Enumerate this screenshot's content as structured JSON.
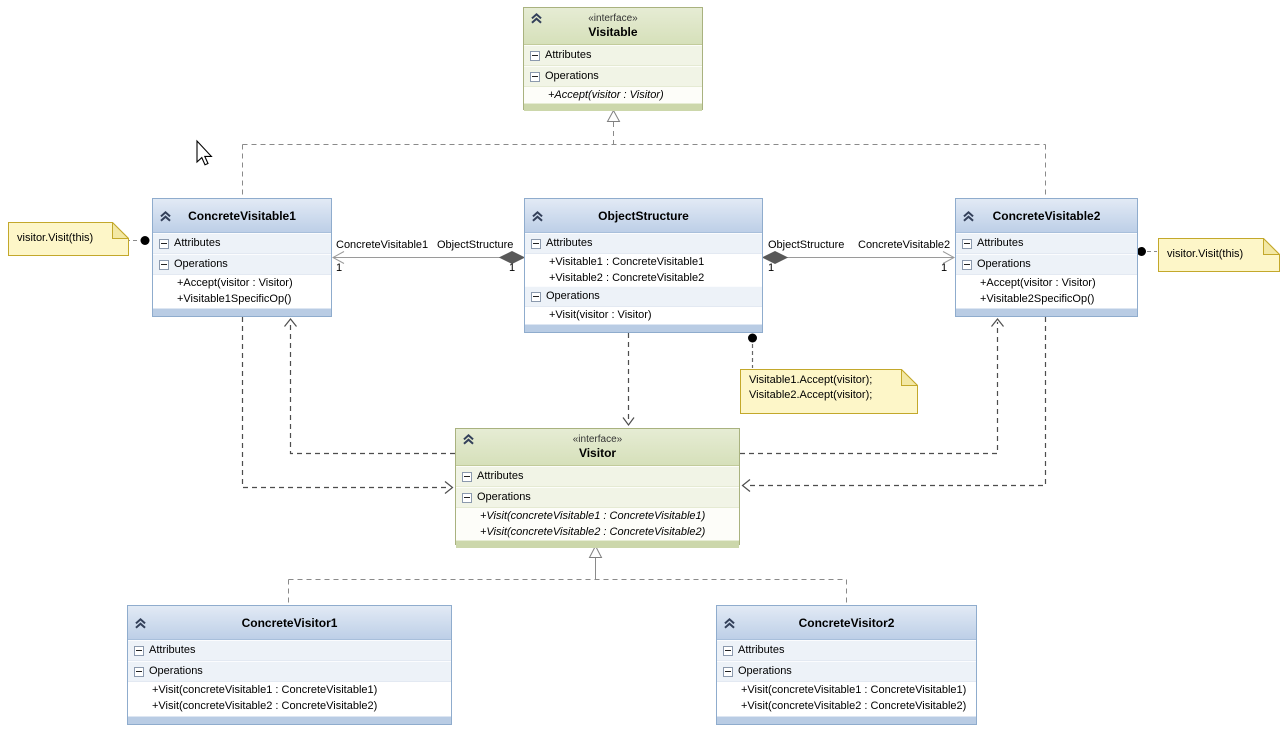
{
  "classes": {
    "visitable": {
      "stereotype": "«interface»",
      "name": "Visitable",
      "attributes_label": "Attributes",
      "operations_label": "Operations",
      "operations": [
        "+Accept(visitor : Visitor)"
      ]
    },
    "concrete_visitable1": {
      "name": "ConcreteVisitable1",
      "attributes_label": "Attributes",
      "operations_label": "Operations",
      "operations": [
        "+Accept(visitor : Visitor)",
        "+Visitable1SpecificOp()"
      ]
    },
    "object_structure": {
      "name": "ObjectStructure",
      "attributes_label": "Attributes",
      "operations_label": "Operations",
      "attributes": [
        "+Visitable1 : ConcreteVisitable1",
        "+Visitable2 : ConcreteVisitable2"
      ],
      "operations": [
        "+Visit(visitor : Visitor)"
      ]
    },
    "concrete_visitable2": {
      "name": "ConcreteVisitable2",
      "attributes_label": "Attributes",
      "operations_label": "Operations",
      "operations": [
        "+Accept(visitor : Visitor)",
        "+Visitable2SpecificOp()"
      ]
    },
    "visitor": {
      "stereotype": "«interface»",
      "name": "Visitor",
      "attributes_label": "Attributes",
      "operations_label": "Operations",
      "operations": [
        "+Visit(concreteVisitable1 : ConcreteVisitable1)",
        "+Visit(concreteVisitable2 : ConcreteVisitable2)"
      ]
    },
    "concrete_visitor1": {
      "name": "ConcreteVisitor1",
      "attributes_label": "Attributes",
      "operations_label": "Operations",
      "operations": [
        "+Visit(concreteVisitable1 : ConcreteVisitable1)",
        "+Visit(concreteVisitable2 : ConcreteVisitable2)"
      ]
    },
    "concrete_visitor2": {
      "name": "ConcreteVisitor2",
      "attributes_label": "Attributes",
      "operations_label": "Operations",
      "operations": [
        "+Visit(concreteVisitable1 : ConcreteVisitable1)",
        "+Visit(concreteVisitable2 : ConcreteVisitable2)"
      ]
    }
  },
  "notes": {
    "left": {
      "text": "visitor.Visit(this)"
    },
    "right": {
      "text": "visitor.Visit(this)"
    },
    "object_structure": {
      "line1": "Visitable1.Accept(visitor);",
      "line2": "Visitable2.Accept(visitor);"
    }
  },
  "associations": {
    "left": {
      "role_source": "ConcreteVisitable1",
      "role_target": "ObjectStructure",
      "mult_source": "1",
      "mult_target": "1"
    },
    "right": {
      "role_source": "ObjectStructure",
      "role_target": "ConcreteVisitable2",
      "mult_source": "1",
      "mult_target": "1"
    }
  },
  "colors": {
    "interface_header": "#dce6c3",
    "class_header": "#c7d5ea",
    "class_border": "#8faccd",
    "interface_border": "#a9b27f",
    "note_bg": "#fdf6c8",
    "note_border": "#c3a82b",
    "connector": "#7f7f7f",
    "diamond": "#595959"
  }
}
